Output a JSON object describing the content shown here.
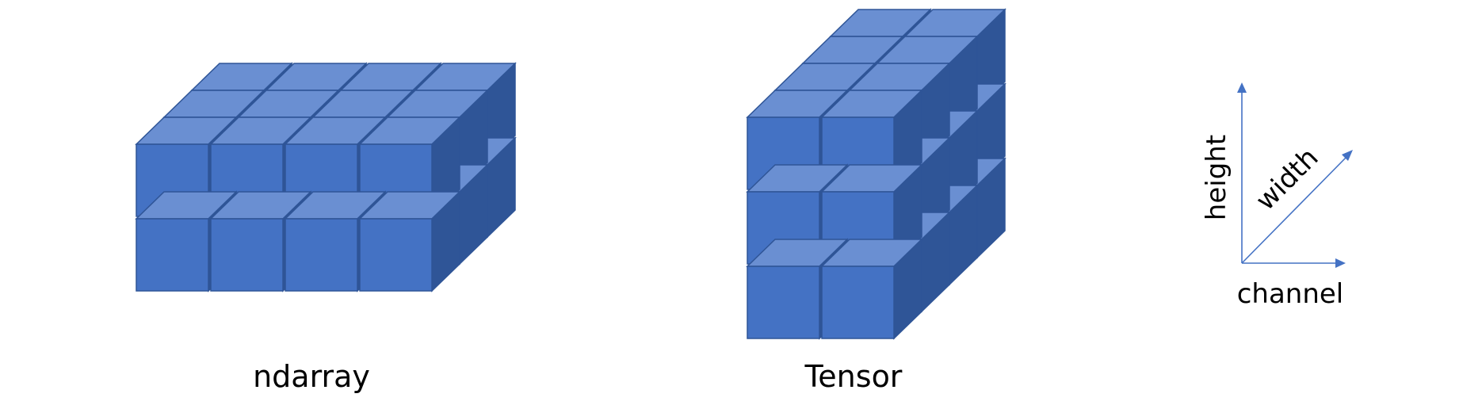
{
  "colors": {
    "cube_front": "#4472c4",
    "cube_top": "#6a8fd2",
    "cube_side": "#2f5597",
    "axis": "#4472c4",
    "text": "#000000"
  },
  "figures": [
    {
      "id": "ndarray",
      "caption": "ndarray",
      "grid": {
        "columns": 4,
        "rows": 2,
        "depth": 3
      }
    },
    {
      "id": "tensor",
      "caption": "Tensor",
      "grid": {
        "columns": 2,
        "rows": 3,
        "depth": 4
      }
    }
  ],
  "axes": {
    "height_label": "height",
    "width_label": "width",
    "channel_label": "channel"
  }
}
